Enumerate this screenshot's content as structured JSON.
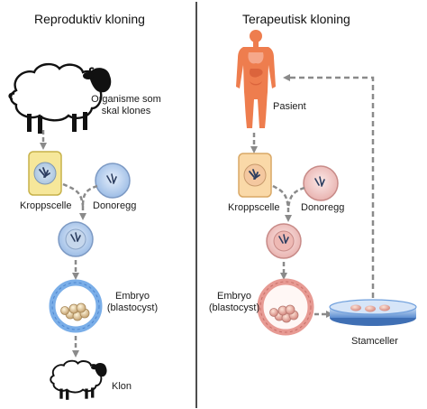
{
  "left": {
    "title": "Reproduktiv kloning",
    "organism_line1": "Organisme som",
    "organism_line2": "skal klones",
    "body_cell": "Kroppscelle",
    "donor_egg": "Donoregg",
    "embryo_line1": "Embryo",
    "embryo_line2": "(blastocyst)",
    "clone": "Klon"
  },
  "right": {
    "title": "Terapeutisk kloning",
    "patient": "Pasient",
    "body_cell": "Kroppscelle",
    "donor_egg": "Donoregg",
    "embryo_line1": "Embryo",
    "embryo_line2": "(blastocyst)",
    "stem_cells": "Stamceller"
  },
  "colors": {
    "divider": "#222222",
    "arrow": "#8a8a8a",
    "body_cell_fill": "#f6e79a",
    "body_cell_fill_right": "#fad9a8",
    "egg_blue": "#bcd3f0",
    "egg_pink": "#f3c9c9",
    "embryo_blue": "#7aaee8",
    "embryo_pink": "#e79a93",
    "patient": "#ee7d4e",
    "dish": "#6f9fdc"
  },
  "icons": [
    "sheep-icon",
    "human-body-icon",
    "petri-dish-icon",
    "chromosome-icon"
  ]
}
